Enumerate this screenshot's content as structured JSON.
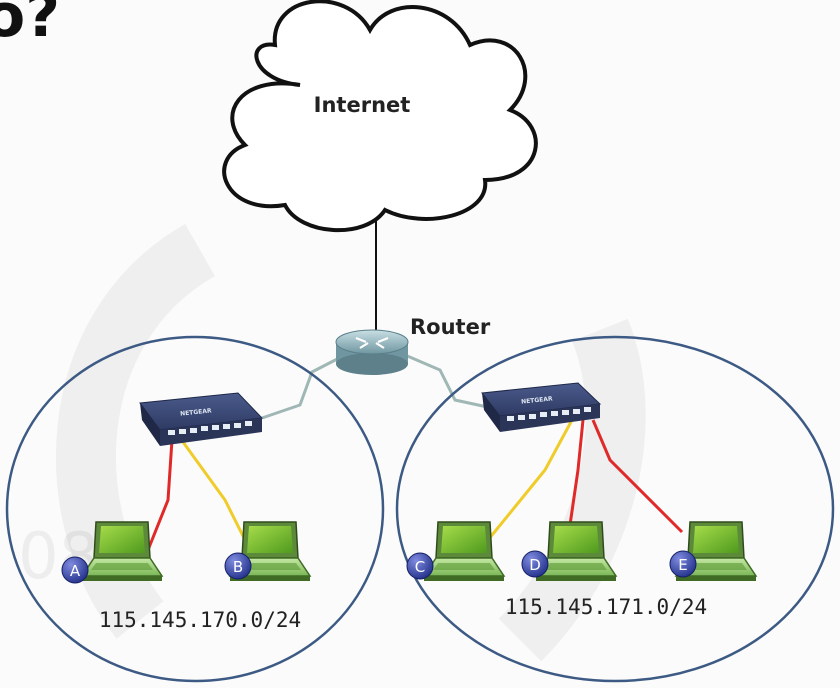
{
  "title_fragment": "o?",
  "cloud": {
    "label": "Internet"
  },
  "router": {
    "label": "Router"
  },
  "switches": {
    "left": {
      "brand": "NETGEAR"
    },
    "right": {
      "brand": "NETGEAR"
    }
  },
  "subnets": {
    "left": {
      "cidr": "115.145.170.0/24"
    },
    "right": {
      "cidr": "115.145.171.0/24"
    }
  },
  "hosts": {
    "a": {
      "label": "A"
    },
    "b": {
      "label": "B"
    },
    "c": {
      "label": "C"
    },
    "d": {
      "label": "D"
    },
    "e": {
      "label": "E"
    }
  },
  "colors": {
    "subnet_outline": "#3c5a84",
    "router_link": "#9fb7b5",
    "cable_red": "#e02a2a",
    "cable_yellow": "#f0cc2a",
    "switch_body": "#38466f",
    "laptop_screen": "#7cbf2e",
    "host_badge": "#2b3d9e"
  },
  "watermark": {
    "digits": "08"
  }
}
